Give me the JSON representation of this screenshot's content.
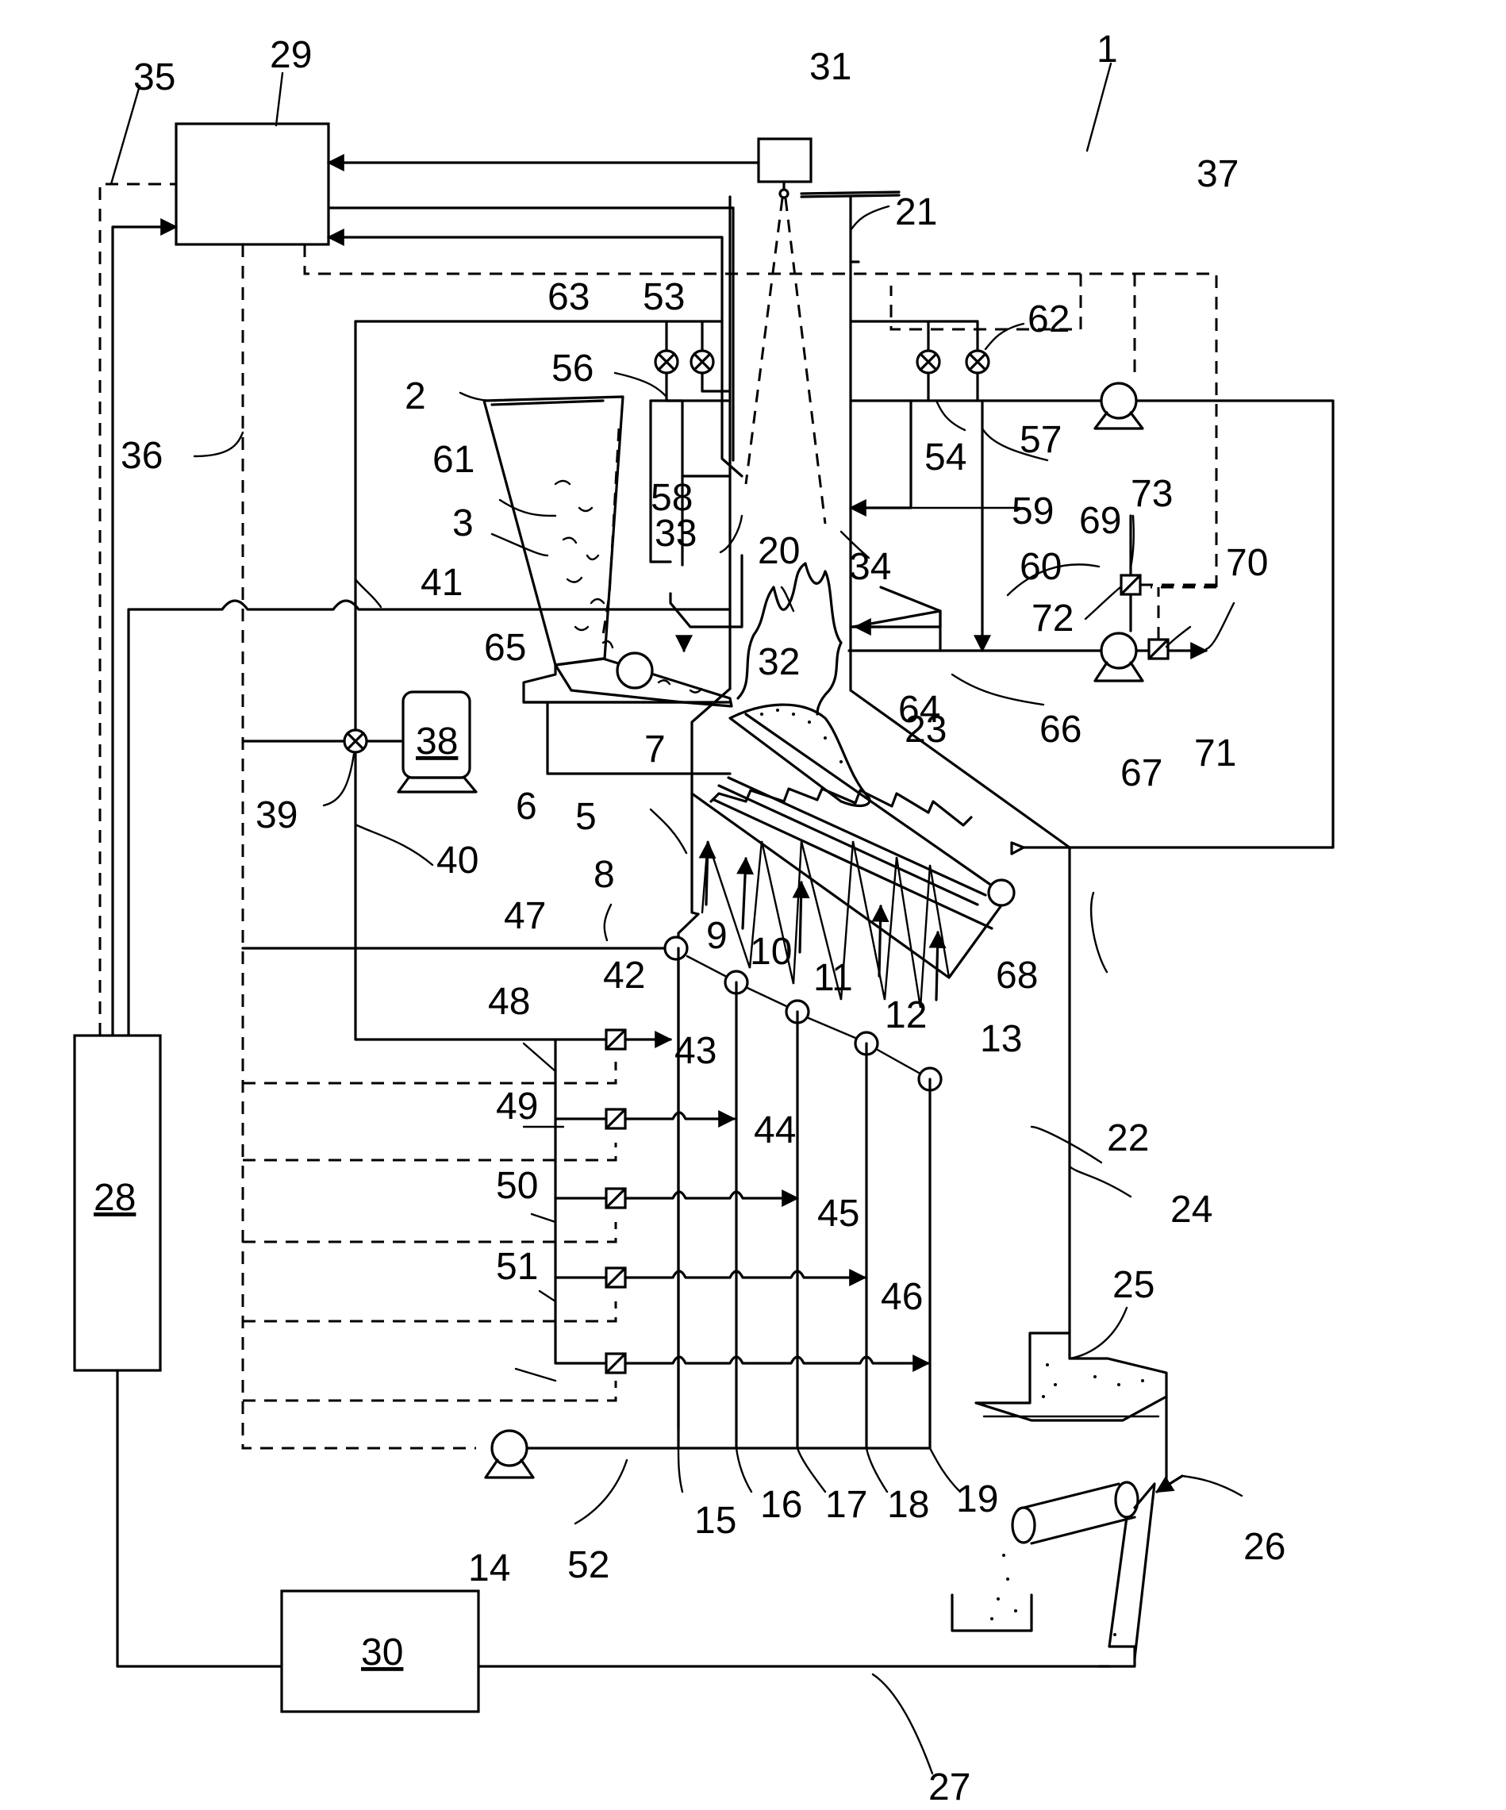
{
  "labels": {
    "l1": "1",
    "l2": "2",
    "l3": "3",
    "l5": "5",
    "l6": "6",
    "l7": "7",
    "l8": "8",
    "l9": "9",
    "l10": "10",
    "l11": "11",
    "l12": "12",
    "l13": "13",
    "l14": "14",
    "l15": "15",
    "l16": "16",
    "l17": "17",
    "l18": "18",
    "l19": "19",
    "l20": "20",
    "l21": "21",
    "l22": "22",
    "l23": "23",
    "l24": "24",
    "l25": "25",
    "l26": "26",
    "l27": "27",
    "l28": "28",
    "l29": "29",
    "l30": "30",
    "l31": "31",
    "l32": "32",
    "l33": "33",
    "l34": "34",
    "l35": "35",
    "l36": "36",
    "l37": "37",
    "l38": "38",
    "l39": "39",
    "l40": "40",
    "l41": "41",
    "l42": "42",
    "l43": "43",
    "l44": "44",
    "l45": "45",
    "l46": "46",
    "l47": "47",
    "l48": "48",
    "l49": "49",
    "l50": "50",
    "l51": "51",
    "l52": "52",
    "l53": "53",
    "l54": "54",
    "l56": "56",
    "l57": "57",
    "l58": "58",
    "l59": "59",
    "l60": "60",
    "l61": "61",
    "l62": "62",
    "l63": "63",
    "l64": "64",
    "l65": "65",
    "l66": "66",
    "l67": "67",
    "l68": "68",
    "l69": "69",
    "l70": "70",
    "l71": "71",
    "l72": "72",
    "l73": "73"
  }
}
